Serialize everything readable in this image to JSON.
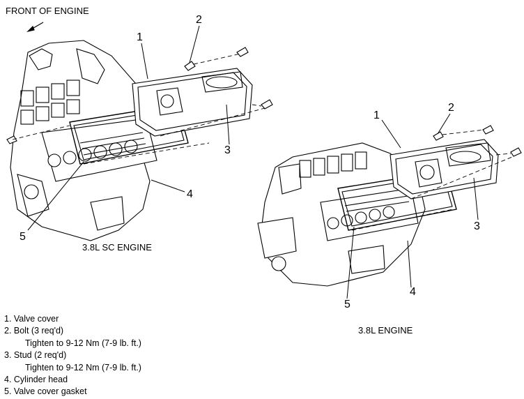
{
  "front_label": "FRONT OF ENGINE",
  "sc_engine": {
    "caption": "3.8L SC ENGINE",
    "callouts": [
      "1",
      "2",
      "3",
      "4",
      "5"
    ]
  },
  "std_engine": {
    "caption": "3.8L ENGINE",
    "callouts": [
      "1",
      "2",
      "3",
      "4",
      "5"
    ]
  },
  "legend": [
    "1. Valve cover",
    "2. Bolt (3 req'd)",
    "Tighten to 9-12 Nm (7-9 lb. ft.)",
    "3. Stud (2 req'd)",
    "Tighten to 9-12 Nm (7-9 lb. ft.)",
    "4. Cylinder head",
    "5. Valve cover gasket"
  ]
}
